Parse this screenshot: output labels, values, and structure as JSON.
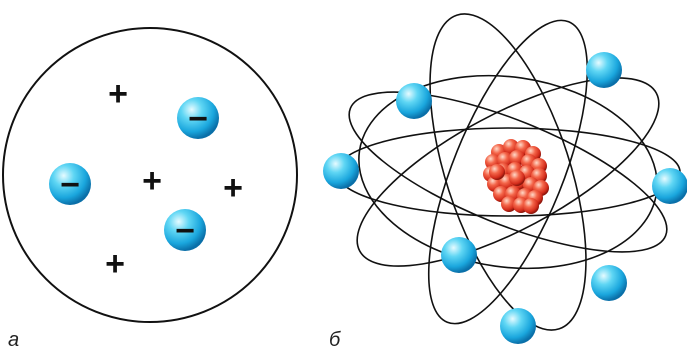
{
  "captions": {
    "left": "а",
    "right": "б"
  },
  "symbols": {
    "proton": "+",
    "electron": "−"
  },
  "colors": {
    "line": "#111111",
    "electron_light": "#d8f6ff",
    "electron_mid": "#39c6ee",
    "electron_dark": "#0a78b6",
    "nucleon_light": "#ffd3c2",
    "nucleon_mid": "#f04f34",
    "nucleon_dark": "#a01b10"
  },
  "thomson_model": {
    "positive_charges": 4,
    "electrons": 3
  },
  "rutherford_model": {
    "orbits": 5,
    "electrons": 7
  }
}
